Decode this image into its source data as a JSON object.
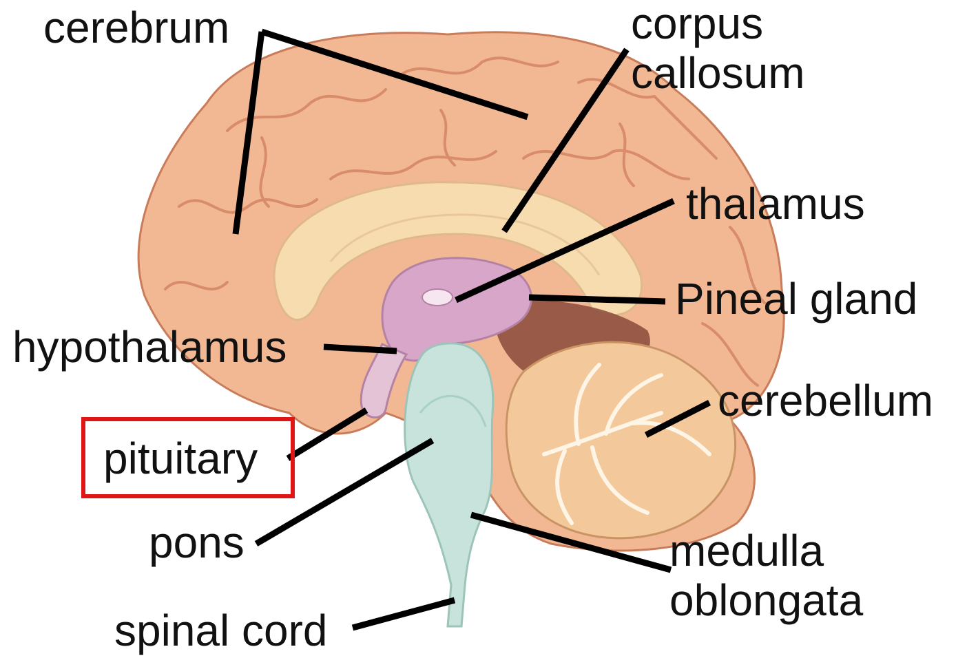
{
  "labels": {
    "cerebrum": "cerebrum",
    "corpus_callosum_line1": "corpus",
    "corpus_callosum_line2": "callosum",
    "thalamus": "thalamus",
    "pineal_gland": "Pineal gland",
    "hypothalamus": "hypothalamus",
    "cerebellum": "cerebellum",
    "pituitary": "pituitary",
    "pons": "pons",
    "medulla_oblongata_line1": "medulla",
    "medulla_oblongata_line2": "oblongata",
    "spinal_cord": "spinal cord"
  },
  "highlighted_label": "pituitary",
  "colors": {
    "highlight": "#e01515",
    "leader_line": "#000000",
    "cerebrum": "#f2b894",
    "cerebrum_fold": "#d98c6a",
    "corpus_callosum": "#f7dcb0",
    "thalamus": "#d8a6c8",
    "brainstem": "#c7e3dc",
    "cerebellum": "#f3c89a",
    "cerebellum_white": "#fff5e6",
    "inner_dark": "#8a4a3a"
  }
}
